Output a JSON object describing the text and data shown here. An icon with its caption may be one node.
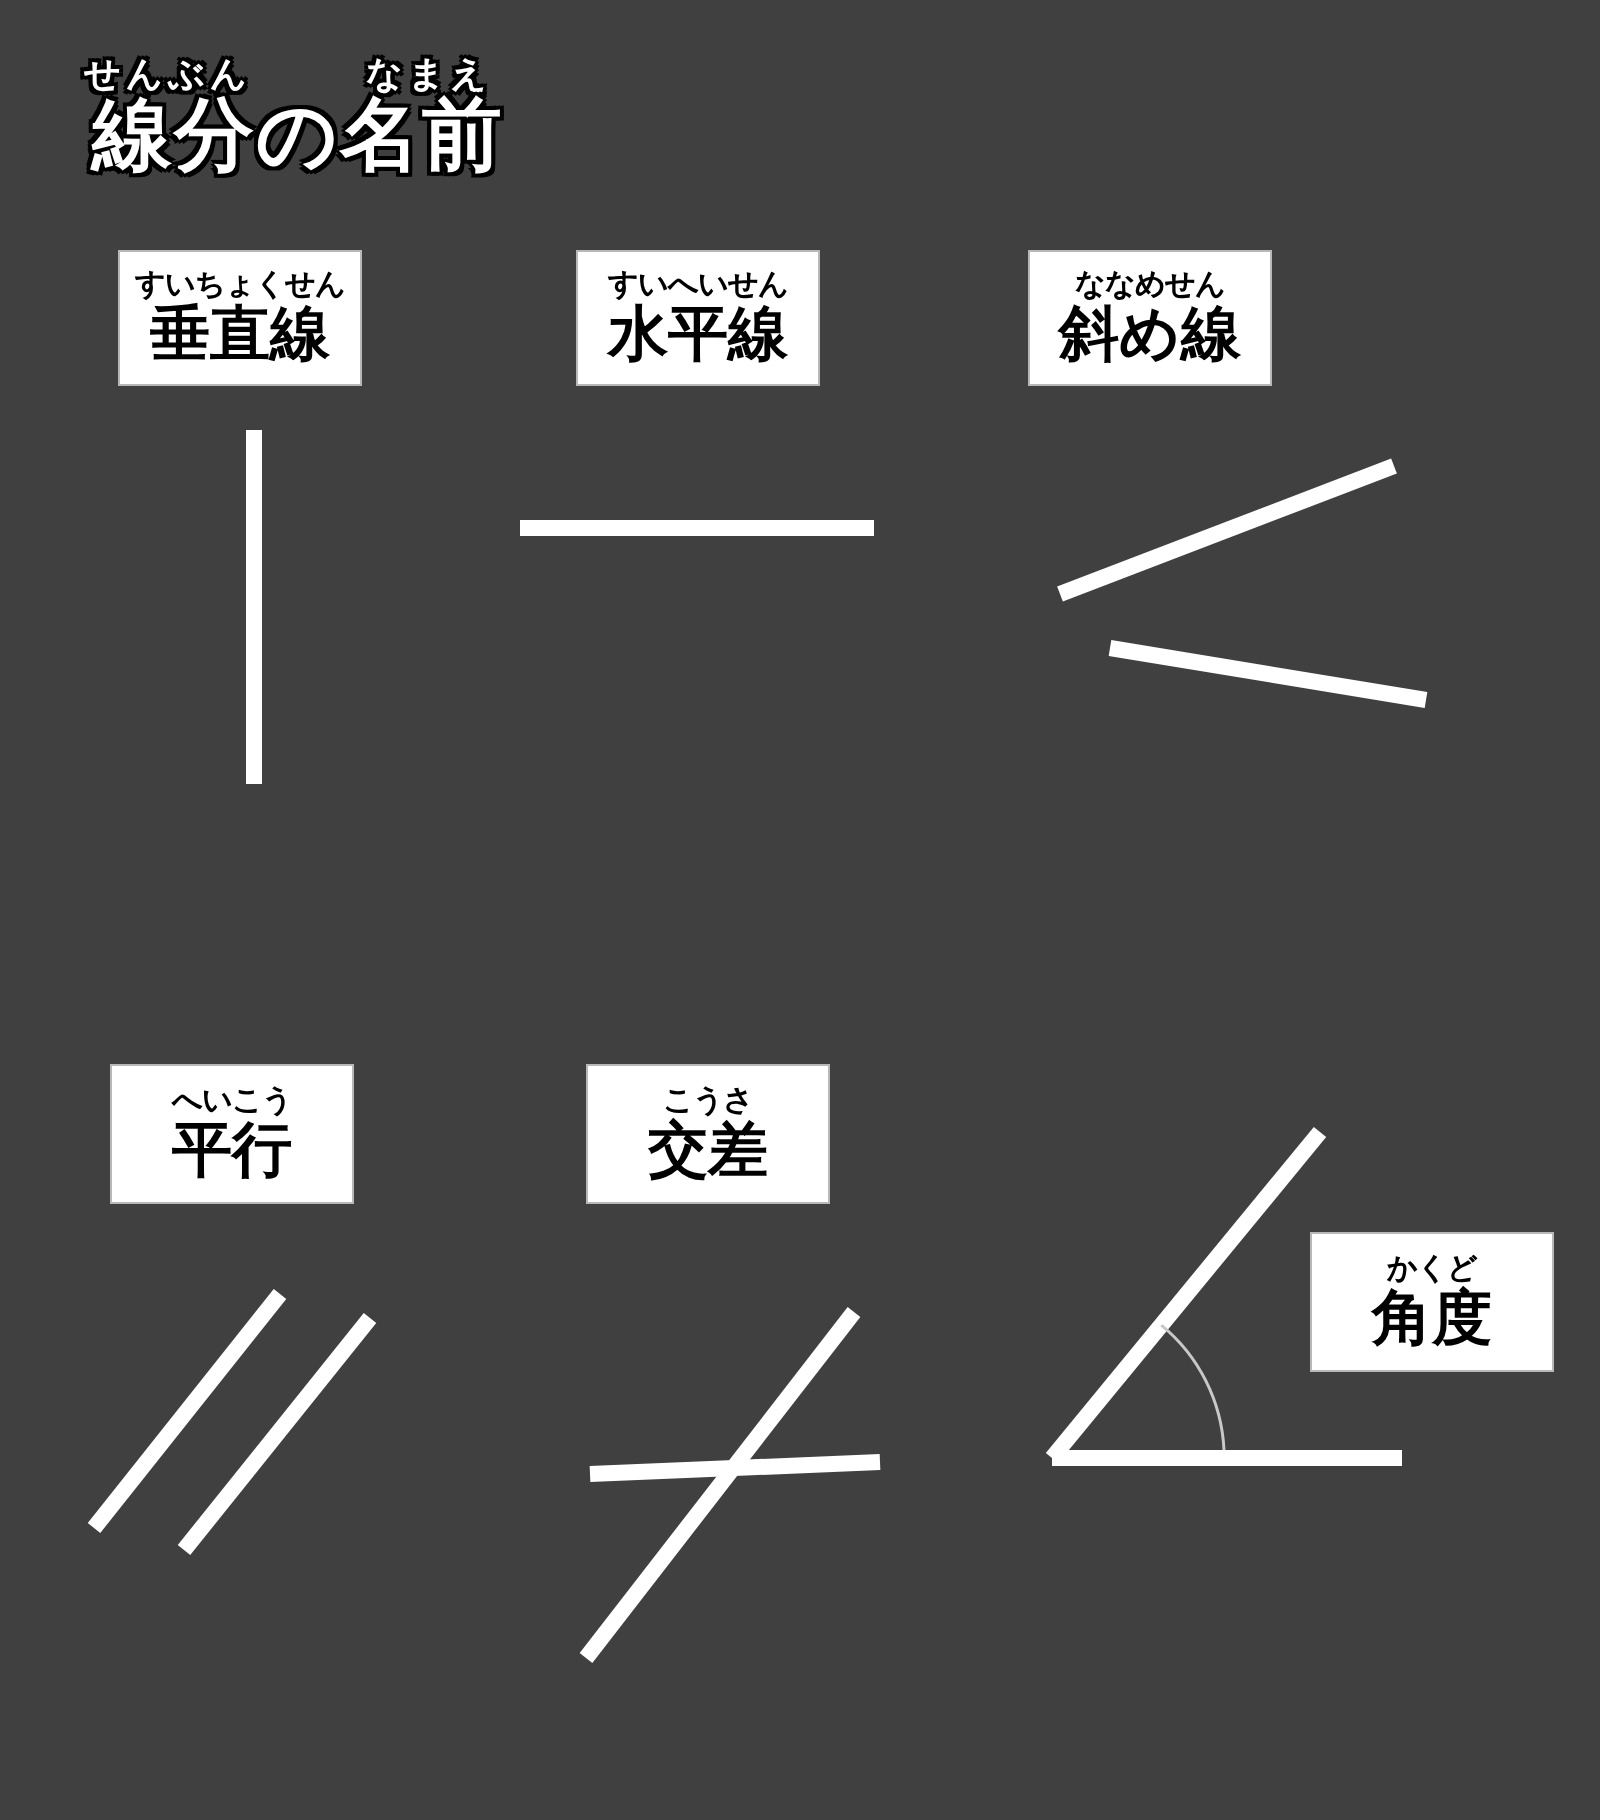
{
  "diagram": {
    "title": "線分の名前",
    "nodes": [
      {
        "text": [
          "すいちょくせん",
          "垂直線"
        ]
      },
      {
        "text": [
          "すいへいせん",
          "水平線"
        ]
      },
      {
        "text": [
          "ななめせん",
          "斜め線"
        ]
      },
      {
        "text": [
          "へいこう",
          "平行"
        ]
      },
      {
        "text": [
          "こうさ",
          "交差"
        ]
      },
      {
        "text": [
          "かくど",
          "角度"
        ]
      }
    ],
    "labels": [
      "せんぶん",
      "なまえ"
    ]
  }
}
